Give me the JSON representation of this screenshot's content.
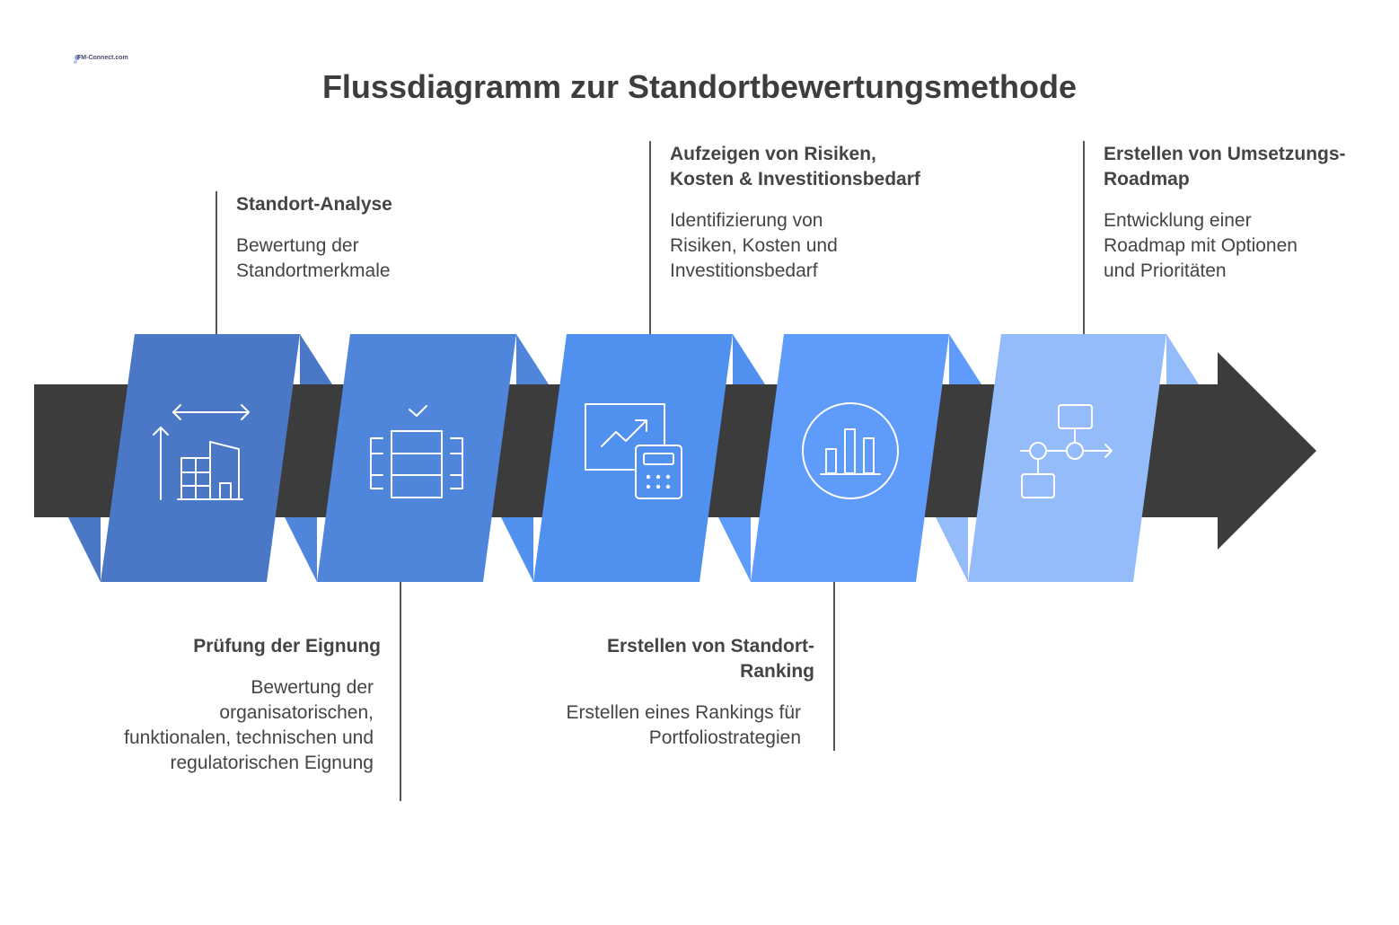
{
  "logo": {
    "text": "FM-Connect.com"
  },
  "title": "Flussdiagramm zur Standortbewertungsmethode",
  "steps": [
    {
      "heading": "Standort-Analyse",
      "description": "Bewertung der Standortmerkmale",
      "icon": "building-expansion-icon",
      "color": "#4a78c6",
      "position": "top"
    },
    {
      "heading": "Prüfung der Eignung",
      "description": "Bewertung der organisatorischen, funktionalen, technischen und regulatorischen Eignung",
      "icon": "checklist-icon",
      "color": "#4f86db",
      "position": "bottom"
    },
    {
      "heading": "Aufzeigen von Risiken, Kosten & Investitionsbedarf",
      "description": "Identifizierung von Risiken, Kosten und Investitionsbedarf",
      "icon": "chart-calculator-icon",
      "color": "#5090ef",
      "position": "top"
    },
    {
      "heading": "Erstellen von Standort-Ranking",
      "description": "Erstellen eines Rankings für Portfoliostrategien",
      "icon": "bar-chart-circle-icon",
      "color": "#5e9bfa",
      "position": "bottom"
    },
    {
      "heading": "Erstellen von Umsetzungs-Roadmap",
      "description": "Entwicklung einer Roadmap mit Optionen und Prioritäten",
      "icon": "flowchart-icon",
      "color": "#94bbfa",
      "position": "top"
    }
  ],
  "colors": {
    "arrow": "#3c3c3c",
    "connector": "#555555"
  }
}
